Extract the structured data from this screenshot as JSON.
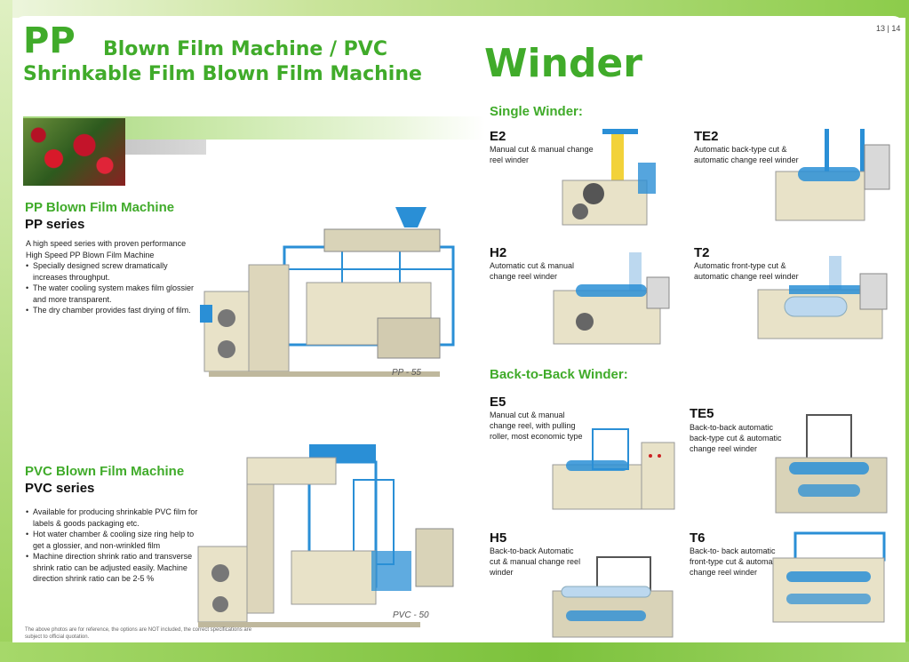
{
  "page": {
    "page_numbers": "13 | 14"
  },
  "header": {
    "pp": "PP",
    "line1": "Blown Film Machine / PVC",
    "line2": "Shrinkable Film Blown Film Machine",
    "winder": "Winder"
  },
  "pp_section": {
    "title": "PP Blown Film Machine",
    "series": "PP series",
    "intro": [
      "A high speed series with proven performance",
      "High Speed PP Blown Film Machine"
    ],
    "bullets": [
      "Specially designed screw dramatically increases throughput.",
      "The water cooling system makes film glossier and more transparent.",
      "The dry chamber provides fast drying of film."
    ],
    "caption": "PP - 55"
  },
  "pvc_section": {
    "title": "PVC Blown Film Machine",
    "series": "PVC series",
    "bullets": [
      "Available for producing shrinkable PVC film for labels & goods packaging etc.",
      "Hot water chamber & cooling size ring help to get a glossier, and non-wrinkled film",
      "Machine direction shrink ratio and transverse shrink ratio can be adjusted easily. Machine direction shrink ratio can be 2-5 %"
    ],
    "caption": "PVC - 50"
  },
  "disclaimer": "The above photos are for reference, the options are NOT included, the correct specifications are subject to official quotation.",
  "single_winder": {
    "heading": "Single Winder:",
    "items": [
      {
        "code": "E2",
        "desc": "Manual cut & manual change reel winder"
      },
      {
        "code": "TE2",
        "desc": "Automatic back-type cut & automatic change reel winder"
      },
      {
        "code": "H2",
        "desc": "Automatic cut & manual change reel winder"
      },
      {
        "code": "T2",
        "desc": "Automatic front-type cut & automatic change reel winder"
      }
    ]
  },
  "back_to_back_winder": {
    "heading": "Back-to-Back Winder:",
    "items": [
      {
        "code": "E5",
        "desc": "Manual cut & manual change reel, with pulling roller, most economic type"
      },
      {
        "code": "TE5",
        "desc": "Back-to-back automatic back-type cut & automatic change reel winder"
      },
      {
        "code": "H5",
        "desc": "Back-to-back Automatic cut & manual change reel winder"
      },
      {
        "code": "T6",
        "desc": "Back-to- back automatic front-type cut & automatic change reel  winder"
      }
    ]
  },
  "colors": {
    "brand_green": "#40ab2a",
    "machine_blue": "#2a8fd6",
    "machine_cream": "#e8e2c8"
  }
}
